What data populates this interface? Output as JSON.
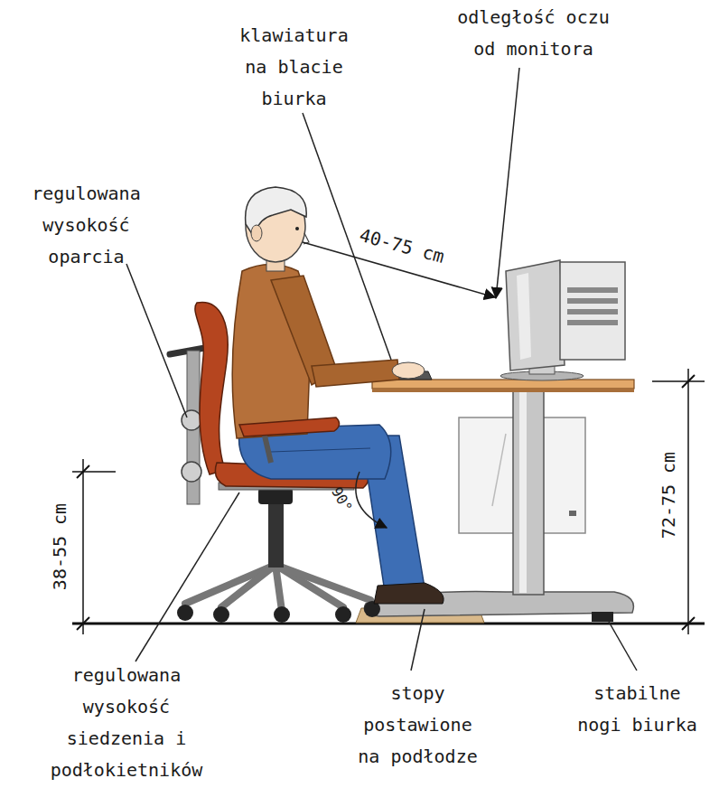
{
  "diagram": {
    "labels": [
      "klawiatura na blacie biurka",
      "odległość oczu od monitora",
      "regulowana wysokość oparcia",
      "40-75 cm",
      "38-55 cm",
      "72-75 cm",
      "90°",
      "regulowana wysokość siedzenia i podłokietników",
      "stopy postawione na podłodze",
      "stabilne nogi biurka"
    ]
  }
}
